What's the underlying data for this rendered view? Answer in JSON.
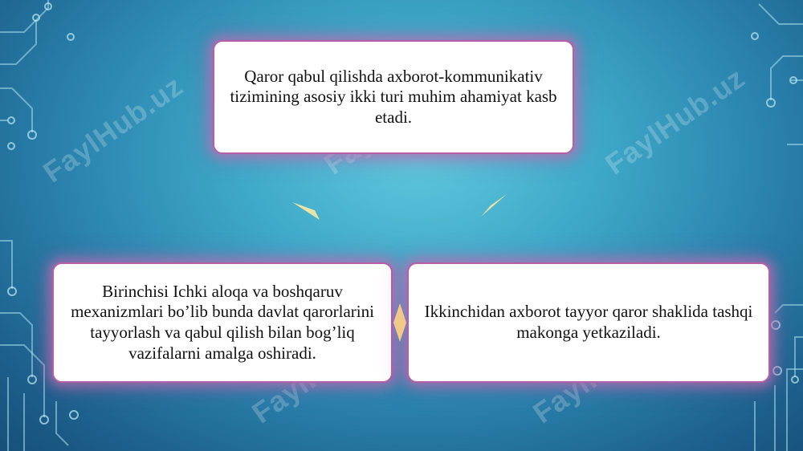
{
  "slide": {
    "top_box": "Qaror qabul qilishda axborot-kommunikativ tizimining asosiy ikki turi muhim ahamiyat kasb etadi.",
    "left_box": "Birinchisi Ichki aloqa va boshqaruv mexanizmlari bo’lib bunda davlat qarorlarini tayyorlash va qabul qilish bilan bog’liq vazifalarni amalga oshiradi.",
    "right_box": "Ikkinchidan axborot tayyor qaror shaklida tashqi makonga yetkaziladi."
  },
  "watermarks": [
    "FaylHub.uz",
    "FaylHub.uz",
    "FaylHub.uz",
    "FaylHub.uz",
    "FaylHub.uz"
  ],
  "colors": {
    "background": "#3fa9c9",
    "box_border": "#b45fa8",
    "arrow": "#e6e4a8"
  }
}
